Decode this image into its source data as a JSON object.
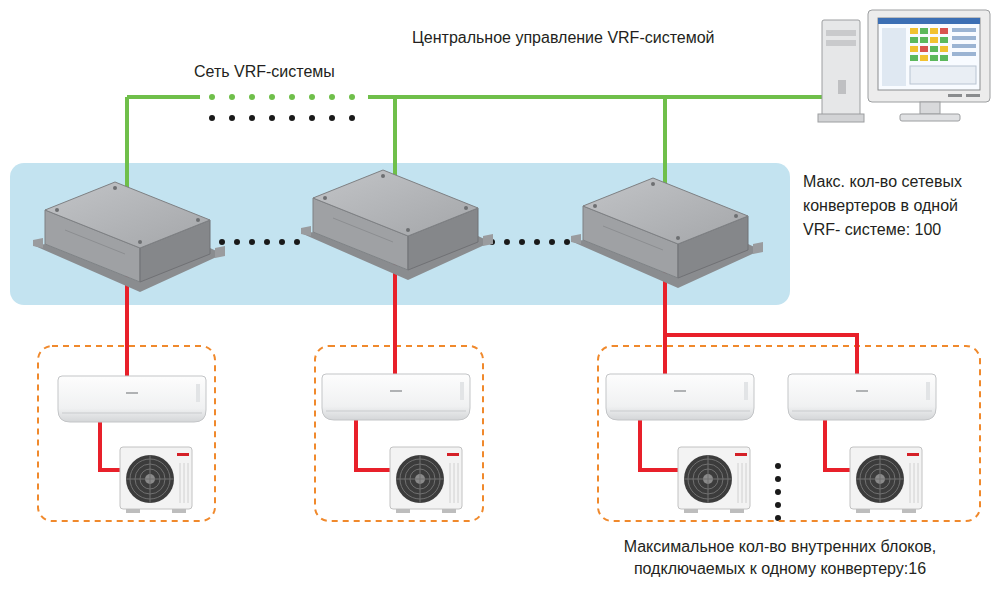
{
  "diagram": {
    "labels": [
      "Центральное управление VRF-системой",
      "Сеть VRF-системы",
      "Макс. кол-во сетевых конвертеров в одной VRF- системе: 100",
      "Максимальное кол-во внутренних блоков, подключаемых к одному конвертеру:16"
    ]
  }
}
